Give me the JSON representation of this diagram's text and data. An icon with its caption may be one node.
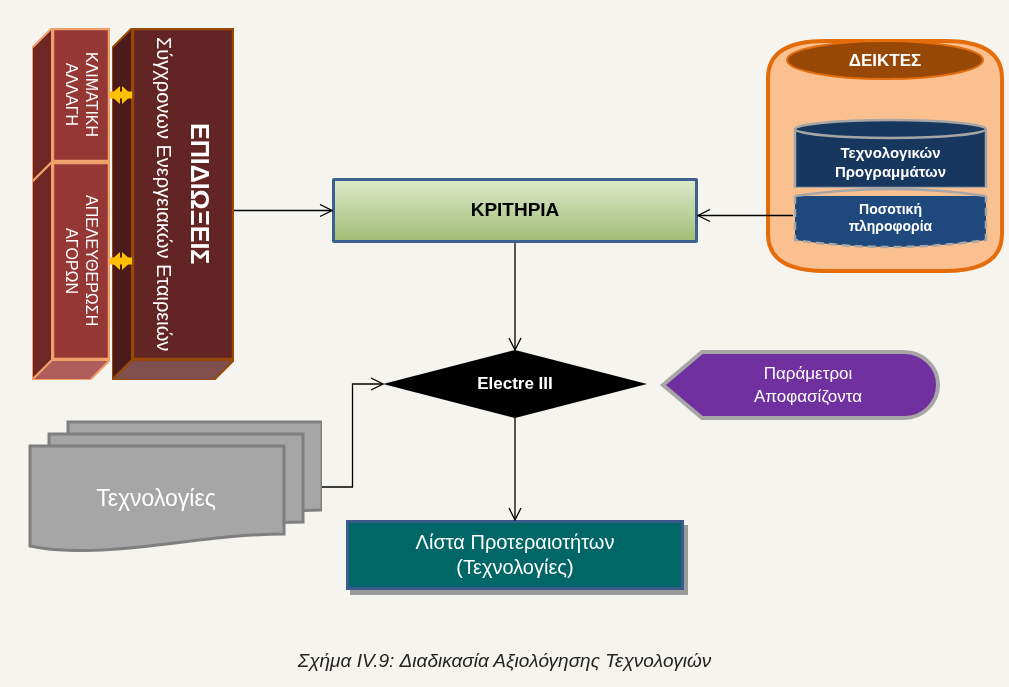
{
  "diagram": {
    "caption": "Σχήμα IV.9: Διαδικασία Αξιολόγησης Τεχνολογιών",
    "nodes": [
      {
        "text": [
          "ΕΠΙΔΙΩΞΕΙΣ",
          "Σύγχρονων Ενεργειακών Εταιρειών"
        ]
      },
      {
        "text": [
          "ΚΛΙΜΑΤΙΚΗ ΑΛΛΑΓΗ"
        ]
      },
      {
        "text": [
          "ΑΠΕΛΕΥΘΕΡΩΣΗ ΑΓΟΡΩΝ"
        ]
      },
      {
        "text": [
          "ΚΡΙΤΗΡΙΑ"
        ]
      },
      {
        "text": [
          "ΔΕΙΚΤΕΣ"
        ]
      },
      {
        "text": [
          "Τεχνολογικών Προγραμμάτων"
        ],
        "in": 4
      },
      {
        "text": [
          "Ποσοτική πληροφορία"
        ],
        "in": 4
      },
      {
        "text": [
          "Electre III"
        ]
      },
      {
        "text": [
          "Παράμετροι Αποφασίζοντα"
        ]
      },
      {
        "text": [
          "Τεχνολογίες"
        ]
      },
      {
        "text": [
          "Λίστα Προτεραιοτήτων (Τεχνολογίες)"
        ]
      }
    ],
    "edges": [
      {
        "from": 1,
        "to": 0,
        "arrow": "both",
        "style": "thick",
        "color": "#ffc000"
      },
      {
        "from": 2,
        "to": 0,
        "arrow": "both",
        "style": "thick",
        "color": "#ffc000"
      },
      {
        "from": 0,
        "to": 3,
        "arrow": "to"
      },
      {
        "from": 6,
        "to": 3,
        "arrow": "to"
      },
      {
        "from": 3,
        "to": 7,
        "arrow": "to"
      },
      {
        "from": 9,
        "to": 7,
        "arrow": "to"
      },
      {
        "from": 7,
        "to": 10,
        "arrow": "to"
      }
    ]
  }
}
